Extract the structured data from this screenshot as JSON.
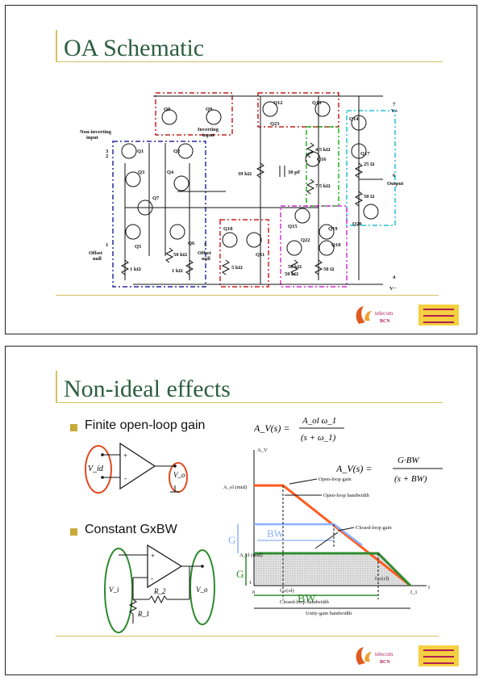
{
  "slide1": {
    "title": "OA Schematic",
    "labels": {
      "non_inverting": [
        "Non-inverting",
        "input"
      ],
      "inverting": [
        "Inverting",
        "input"
      ],
      "pin3": "3",
      "pin2": "2",
      "pin7": "7",
      "pin6": "6",
      "pin1": "1",
      "pin5": "5",
      "pin4": "4",
      "vplus": "V+",
      "vminus": "V−",
      "output": "Output",
      "offset_null_left": [
        "Offset",
        "null"
      ],
      "offset_null_right": [
        "Offset",
        "null"
      ],
      "transistors": [
        "Q1",
        "Q2",
        "Q3",
        "Q4",
        "Q5",
        "Q6",
        "Q7",
        "Q8",
        "Q9",
        "Q10",
        "Q11",
        "Q12",
        "Q13",
        "Q14",
        "Q15",
        "Q16",
        "Q17",
        "Q18",
        "Q19",
        "Q20",
        "Q22",
        "Q23"
      ],
      "r_39k": "39 kΩ",
      "c_30pf": "30 pF",
      "r_45k": "4.5 kΩ",
      "r_75k": "7.5 kΩ",
      "r_25": "25 Ω",
      "r_50": "50 Ω",
      "r_1k_a": "1 kΩ",
      "r_50k_a": "50 kΩ",
      "r_1k_b": "1 kΩ",
      "r_50k_b": "50 kΩ",
      "r_5k": "5 kΩ",
      "r_50k_c": "50 kΩ",
      "r_50_b": "50 Ω"
    },
    "logo": {
      "name": "telecom",
      "sub": "BCN"
    }
  },
  "slide2": {
    "title": "Non-ideal effects",
    "bullet1": "Finite open-loop gain",
    "bullet2": "Constant GxBW",
    "eq1": {
      "lhs": "A_V(s) =",
      "num": "A_ol ω_1",
      "den": "(s + ω_1)"
    },
    "eq2": {
      "lhs": "A_V(s) =",
      "num": "G·BW",
      "den": "(s + BW)"
    },
    "circuit1": {
      "vid": "V_id",
      "vo": "V_o",
      "plus": "+",
      "minus": "-"
    },
    "circuit2": {
      "vi": "V_i",
      "vo": "V_o",
      "r1": "R_1",
      "r2": "R_2"
    },
    "graph": {
      "y_axis": "A_V",
      "aol": "A_ol (mid)",
      "acl": "A_cl (mid)",
      "one": "1",
      "zero": "0",
      "fcl": "f_c(ol)",
      "fccl": "f_c(cl)",
      "f1": "f_1",
      "f": "f",
      "open_loop_gain": "Open-loop gain",
      "open_loop_bw": "Open-loop bandwidth",
      "closed_loop_gain": "Closed-loop gain",
      "closed_loop_bw": "Closed-loop bandwidth",
      "unity_gain_bw": "Unity-gain bandwidth",
      "g_label": "G",
      "bw_label": "BW"
    },
    "logo": {
      "name": "telecom",
      "sub": "BCN"
    }
  },
  "colors": {
    "title": "#2c5e3f",
    "accent": "#d8c060",
    "red_curve": "#ff5a1e",
    "green_curve": "#2e8b2e",
    "blue_curve": "#7aa0ff"
  }
}
